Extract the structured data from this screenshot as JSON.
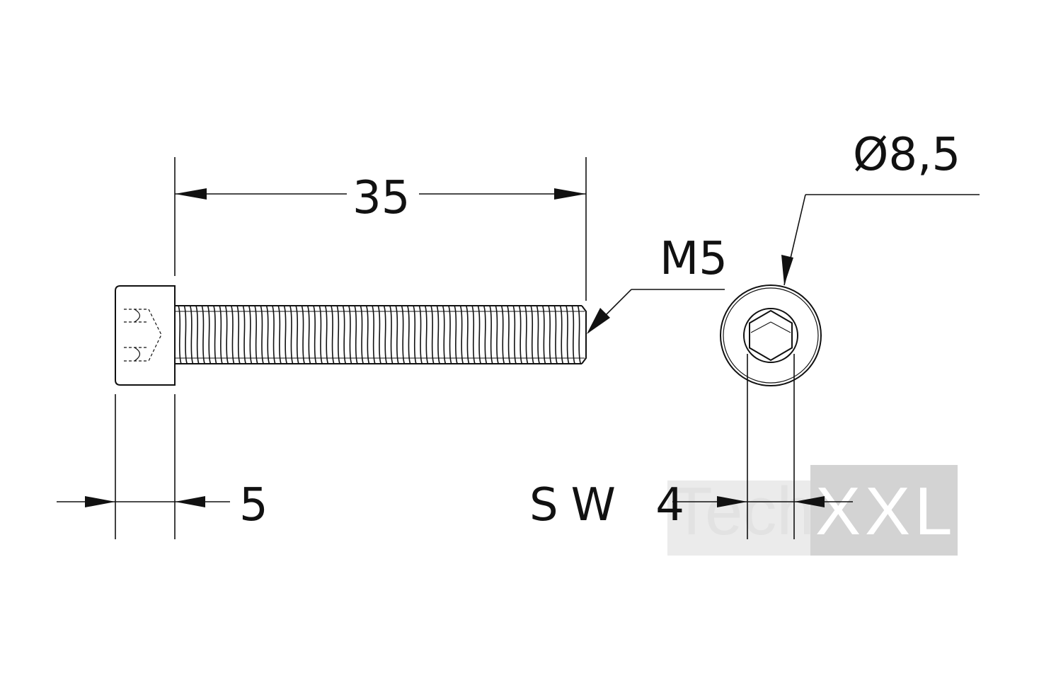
{
  "drawing": {
    "length_label": "35",
    "thread_label": "M5",
    "head_height_label": "5",
    "diameter_label": "Ø8,5",
    "wrench_size_label": "SW 4"
  },
  "watermark": {
    "part1": "Tech",
    "part2": "XXL"
  }
}
